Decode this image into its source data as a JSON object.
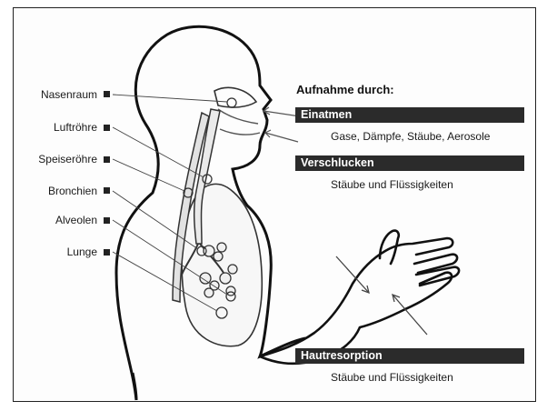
{
  "labels": {
    "nasenraum": "Nasenraum",
    "luftroehre": "Luftröhre",
    "speiseroehre": "Speiseröhre",
    "bronchien": "Bronchien",
    "alveolen": "Alveolen",
    "lunge": "Lunge"
  },
  "heading": "Aufnahme durch:",
  "sections": {
    "einatmen": {
      "title": "Einatmen",
      "text": "Gase, Dämpfe, Stäube, Aerosole"
    },
    "verschlucken": {
      "title": "Verschlucken",
      "text": "Stäube und Flüssigkeiten"
    },
    "hautresorption": {
      "title": "Hautresorption",
      "text": "Stäube und Flüssigkeiten"
    }
  }
}
